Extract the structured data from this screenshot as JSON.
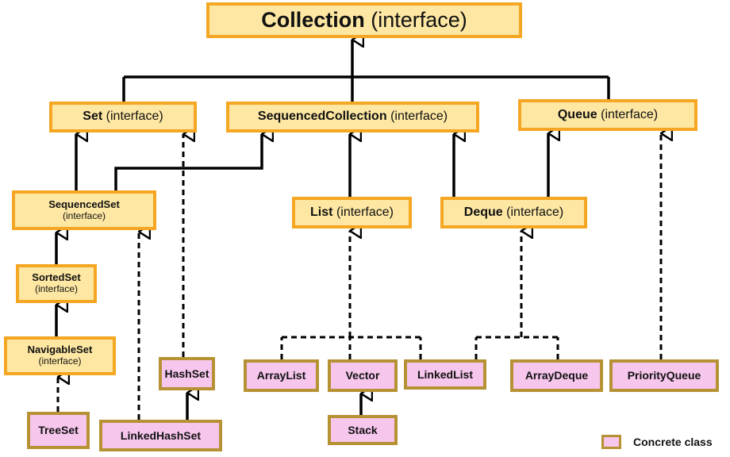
{
  "nodes": {
    "collection": {
      "name": "Collection",
      "qualifier": "(interface)"
    },
    "set": {
      "name": "Set",
      "qualifier": "(interface)"
    },
    "sequenced_collection": {
      "name": "SequencedCollection",
      "qualifier": "(interface)"
    },
    "queue": {
      "name": "Queue",
      "qualifier": "(interface)"
    },
    "sequenced_set": {
      "name": "SequencedSet",
      "qualifier": "(interface)"
    },
    "list": {
      "name": "List",
      "qualifier": "(interface)"
    },
    "deque": {
      "name": "Deque",
      "qualifier": "(interface)"
    },
    "sorted_set": {
      "name": "SortedSet",
      "qualifier": "(interface)"
    },
    "navigable_set": {
      "name": "NavigableSet",
      "qualifier": "(interface)"
    },
    "tree_set": {
      "name": "TreeSet"
    },
    "linked_hash_set": {
      "name": "LinkedHashSet"
    },
    "hash_set": {
      "name": "HashSet"
    },
    "array_list": {
      "name": "ArrayList"
    },
    "vector": {
      "name": "Vector"
    },
    "stack": {
      "name": "Stack"
    },
    "linked_list": {
      "name": "LinkedList"
    },
    "array_deque": {
      "name": "ArrayDeque"
    },
    "priority_queue": {
      "name": "PriorityQueue"
    }
  },
  "legend": {
    "label": "Concrete class"
  },
  "colors": {
    "interface_fill": "#fde7a2",
    "interface_border": "#f5a623",
    "concrete_fill": "#f6c6ec",
    "concrete_border": "#b79235",
    "line": "#000000"
  }
}
